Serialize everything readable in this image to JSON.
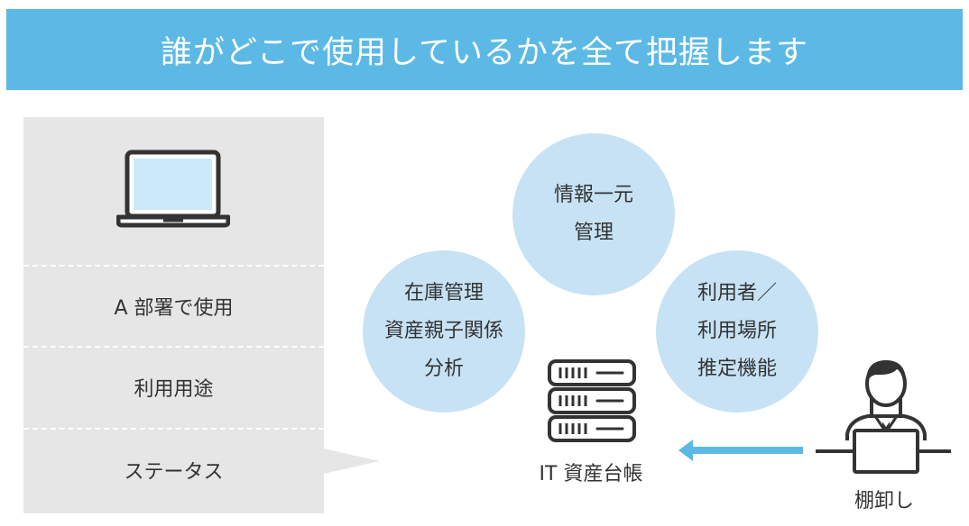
{
  "header": {
    "title": "誰がどこで使用しているかを全て把握します"
  },
  "panel": {
    "items": [
      {
        "label": "A 部署で使用"
      },
      {
        "label": "利用用途"
      },
      {
        "label": "ステータス"
      }
    ]
  },
  "circles": {
    "info": {
      "lines": [
        "情報一元",
        "管理"
      ]
    },
    "inventory": {
      "lines": [
        "在庫管理",
        "資産親子関係",
        "分析"
      ]
    },
    "user": {
      "lines": [
        "利用者／",
        "利用場所",
        "推定機能"
      ]
    }
  },
  "ledger": {
    "label": "IT 資産台帳"
  },
  "inventory_check": {
    "label": "棚卸し"
  },
  "colors": {
    "banner": "#5cb9e5",
    "panel": "#e6e6e6",
    "circle": "#c7e2f4",
    "arrow": "#5cb9e5",
    "icon_stroke": "#333333",
    "screen": "#cce9f9"
  },
  "icons": [
    "laptop-icon",
    "server-icon",
    "arrow-left-icon",
    "person-at-laptop-icon"
  ]
}
